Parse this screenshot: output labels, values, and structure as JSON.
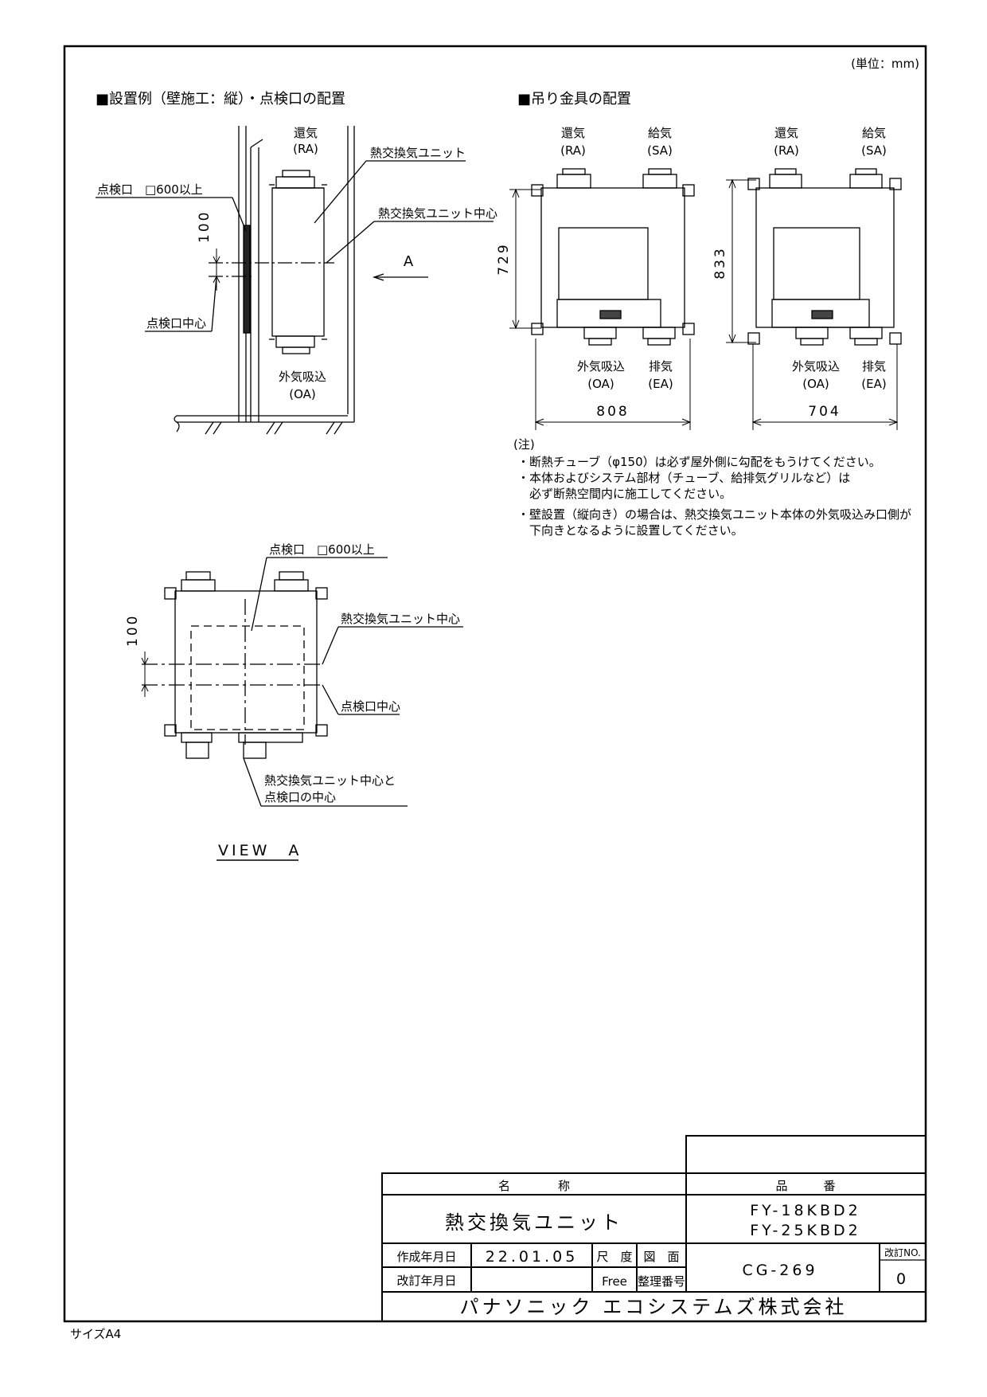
{
  "unit": "(単位：mm)",
  "section_left_title": "■設置例（壁施工：縦）・点検口の配置",
  "section_right_title": "■吊り金具の配置",
  "side_view": {
    "ra_label": "還気",
    "ra_code": "(RA)",
    "unit_label": "熱交換気ユニット",
    "unit_center_label": "熱交換気ユニット中心",
    "inspection_label": "点検口　□600以上",
    "dim_100": "100",
    "arrow_a": "A",
    "inspection_center_label": "点検口中心",
    "oa_label": "外気吸込",
    "oa_code": "(OA)"
  },
  "hanger_views": [
    {
      "ra": "還気",
      "ra_code": "(RA)",
      "sa": "給気",
      "sa_code": "(SA)",
      "oa": "外気吸込",
      "oa_code": "(OA)",
      "ea": "排気",
      "ea_code": "(EA)",
      "height": "729",
      "width": "808"
    },
    {
      "ra": "還気",
      "ra_code": "(RA)",
      "sa": "給気",
      "sa_code": "(SA)",
      "oa": "外気吸込",
      "oa_code": "(OA)",
      "ea": "排気",
      "ea_code": "(EA)",
      "height": "833",
      "width": "704"
    }
  ],
  "notes": {
    "head": "(注)",
    "lines": [
      "・断熱チューブ（φ150）は必ず屋外側に勾配をもうけてください。",
      "・本体およびシステム部材（チューブ、給排気グリルなど）は",
      "　必ず断熱空間内に施工してください。",
      "・壁設置（縦向き）の場合は、熱交換気ユニット本体の外気吸込み口側が",
      "　下向きとなるように設置してください。"
    ]
  },
  "view_a": {
    "inspection_label": "点検口　□600以上",
    "unit_center_label": "熱交換気ユニット中心",
    "inspection_center_label": "点検口中心",
    "combined_line1": "熱交換気ユニット中心と",
    "combined_line2": "点検口の中心",
    "dim_100": "100",
    "title": "VIEW　A"
  },
  "title_block": {
    "name_header": "名　　　　称",
    "number_header": "品　　　番",
    "name": "熱交換気ユニット",
    "model1": "FY-18KBD2",
    "model2": "FY-25KBD2",
    "created_label": "作成年月日",
    "created_date": "22.01.05",
    "revised_label": "改訂年月日",
    "scale_label": "尺　度",
    "scale_value": "Free",
    "drawing_label": "図　面",
    "drawing_label2": "整理番号",
    "drawing_no": "CG-269",
    "rev_label": "改訂NO.",
    "rev_no": "0",
    "company": "パナソニック エコシステムズ株式会社"
  },
  "paper_size": "サイズA4"
}
